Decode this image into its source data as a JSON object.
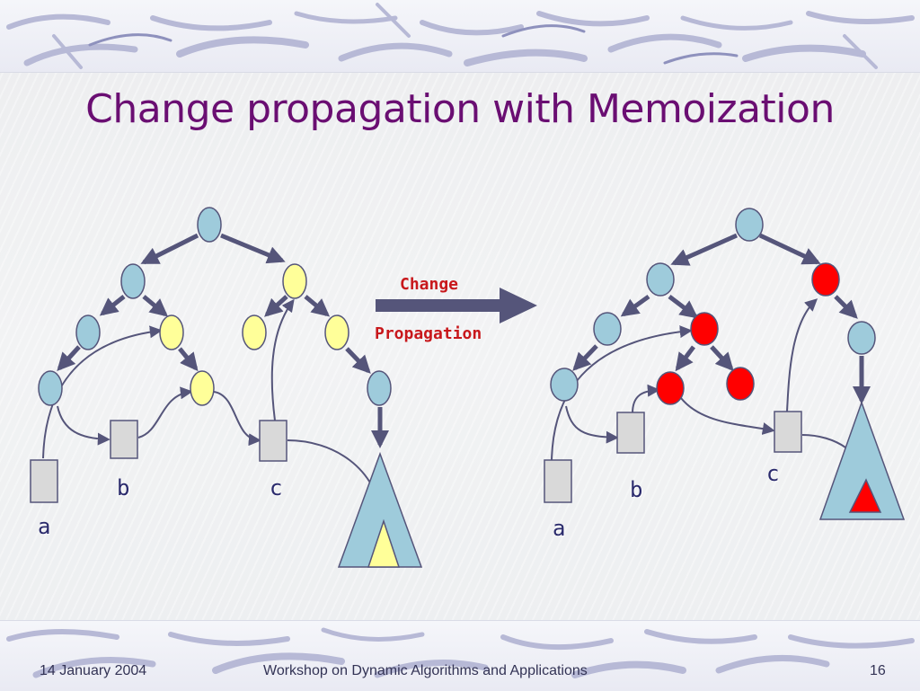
{
  "slide": {
    "title": "Change propagation with Memoization"
  },
  "arrow": {
    "line1": "Change",
    "line2": "Propagation"
  },
  "left_tree": {
    "labels": {
      "a": "a",
      "b": "b",
      "c": "c"
    }
  },
  "right_tree": {
    "labels": {
      "a": "a",
      "b": "b",
      "c": "c"
    }
  },
  "footer": {
    "date": "14 January 2004",
    "event": "Workshop on Dynamic Algorithms and Applications",
    "page": "16"
  },
  "colors": {
    "title": "#6a0e72",
    "node_blue": "#9ecbdb",
    "node_yellow": "#ffff99",
    "node_red": "#ff0000",
    "edge": "#55557a",
    "arrow_label": "#c8181c"
  }
}
